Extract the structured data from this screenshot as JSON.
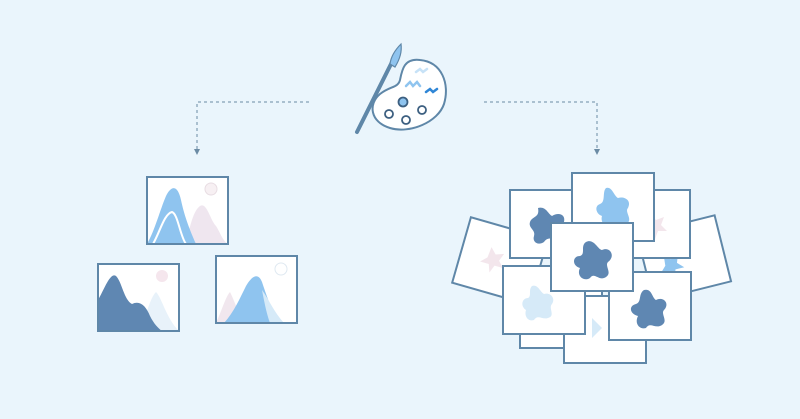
{
  "diagram": {
    "center_icon": "paint-palette-with-brush-icon",
    "branches": [
      {
        "id": "left",
        "icon": "landscape-picture-icon",
        "count": 3
      },
      {
        "id": "right",
        "icon": "splat-shape-card-icon",
        "count": 10
      }
    ]
  },
  "colors": {
    "background": "#eaf5fc",
    "frame_stroke": "#5f87a8",
    "dark_blue": "#5f87b2",
    "light_blue": "#8fc4ef",
    "pale_pink": "#f3e6ec",
    "accent_blue": "#2f86d6",
    "connector": "#6b8ba4"
  }
}
